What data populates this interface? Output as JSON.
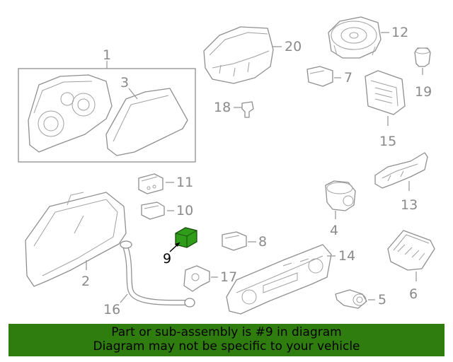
{
  "diagram": {
    "highlight_color": "#2f9d1a",
    "callouts": [
      {
        "id": "c1",
        "label": "1"
      },
      {
        "id": "c2",
        "label": "2"
      },
      {
        "id": "c3",
        "label": "3"
      },
      {
        "id": "c4",
        "label": "4"
      },
      {
        "id": "c5",
        "label": "5"
      },
      {
        "id": "c6",
        "label": "6"
      },
      {
        "id": "c7",
        "label": "7"
      },
      {
        "id": "c8",
        "label": "8"
      },
      {
        "id": "c9",
        "label": "9"
      },
      {
        "id": "c10",
        "label": "10"
      },
      {
        "id": "c11",
        "label": "11"
      },
      {
        "id": "c12",
        "label": "12"
      },
      {
        "id": "c13",
        "label": "13"
      },
      {
        "id": "c14",
        "label": "14"
      },
      {
        "id": "c15",
        "label": "15"
      },
      {
        "id": "c16",
        "label": "16"
      },
      {
        "id": "c17",
        "label": "17"
      },
      {
        "id": "c18",
        "label": "18"
      },
      {
        "id": "c19",
        "label": "19"
      },
      {
        "id": "c20",
        "label": "20"
      }
    ]
  },
  "banner": {
    "line1": "Part or sub-assembly is #9 in diagram",
    "line2": "Diagram may not be specific to your vehicle",
    "background": "#2f7d0e"
  }
}
